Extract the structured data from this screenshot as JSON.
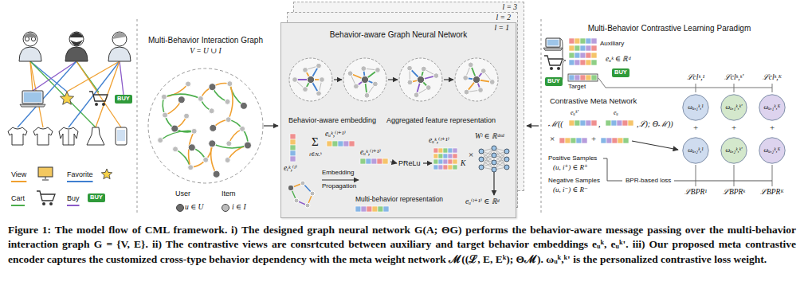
{
  "diagram": {
    "caption": "Figure 1: The model flow of CML framework. i) The designed graph neural network G(A; ΘG) performs the behavior-aware message passing over the multi-behavior interaction graph G = {V, E}. ii) The contrastive views are consrtcuted between auxiliary and target behavior embeddings eᵤᵏ, eᵤᵏ'. iii) Our proposed meta contrastive encoder captures the customized cross-type behavior dependency with the meta weight network ℳ((ℒ, E, Eᵏ); Θℳ). ωᵤᵏ,ᵏ' is the personalized contrastive loss weight.",
    "nodes": [
      {
        "text": [
          "BUY"
        ]
      },
      {
        "text": [
          "BUY"
        ]
      },
      {
        "text": [
          "l = 3"
        ]
      },
      {
        "text": [
          "l = 2"
        ]
      },
      {
        "text": [
          "l = 1",
          "Behavior-aware Graph Neural Network"
        ]
      },
      {
        "text": [
          "BUY"
        ]
      },
      {
        "text": [
          "BUY"
        ]
      },
      {
        "text": [
          "ωᵤ,₁ᵏ,¹"
        ]
      },
      {
        "text": [
          "ωᵤ,₁ᵏ,ᵏ'"
        ]
      },
      {
        "text": [
          "ωᵤ,₁ᵏ,ᴷ"
        ]
      },
      {
        "text": [
          "ωᵤ,₂ᵏ,¹"
        ]
      },
      {
        "text": [
          "ωᵤ,₂ᵏ,ᵏ'"
        ]
      },
      {
        "text": [
          "ωᵤ,₂ᵏ,ᴷ"
        ]
      }
    ],
    "labels": [
      "Multi-Behavior Interaction Graph",
      "V = U ∪ I",
      "u ∈ U",
      "i ∈ I",
      "Behavior-aware embedding",
      "Aggregated feature representation",
      "eᵤᵏ,⁽ˡ⁺¹⁾",
      "Σ",
      "i∈Nᵤᵏ",
      "eᵢᵏ,⁽ˡ⁾",
      "Embedding",
      "Propagation",
      "eᵤᵏ,⁽ˡ⁺¹⁾",
      "PReLu",
      "eᵤᵏ,⁽ˡ⁺¹⁾",
      "K",
      "×",
      "Wˡ ∈ ℝᵈˣᵈ",
      "Multi-behavior representation",
      "eᵤ⁽ˡ⁺¹⁾ ∈ ℝᵈ",
      "Multi-Behavior Contrastive Learning Paradigm",
      "Auxiliary",
      "eᵤᵏ ∈ ℝᵈ",
      "Target",
      "ℒclᵏ,¹",
      "ℒclᵏ,ᵏ'",
      "ℒclᵏ,ᴷ",
      "Contrastive Meta Network",
      "ℳ((",
      "eᵤᵏ'",
      ",",
      "eᵤ",
      ",ℒ); Θℳ))",
      "×",
      "+",
      "+",
      "+",
      "+",
      "Positive Samples",
      "(u, i⁺) ∈ R⁺",
      "Negative Samples",
      "BPR-based loss",
      "(u, i⁻) ∈ R⁻",
      "ℒBPR¹",
      "ℒBPRᵏ",
      "ℒBPRᴷ"
    ],
    "legend": [
      {
        "text": "View"
      },
      {
        "text": "Favorite"
      },
      {
        "text": "Cart"
      },
      {
        "text": "Buy"
      },
      {
        "text": "User",
        "color": "#6b6b6b"
      },
      {
        "text": "Item",
        "color": "#bcbcbc"
      }
    ]
  }
}
